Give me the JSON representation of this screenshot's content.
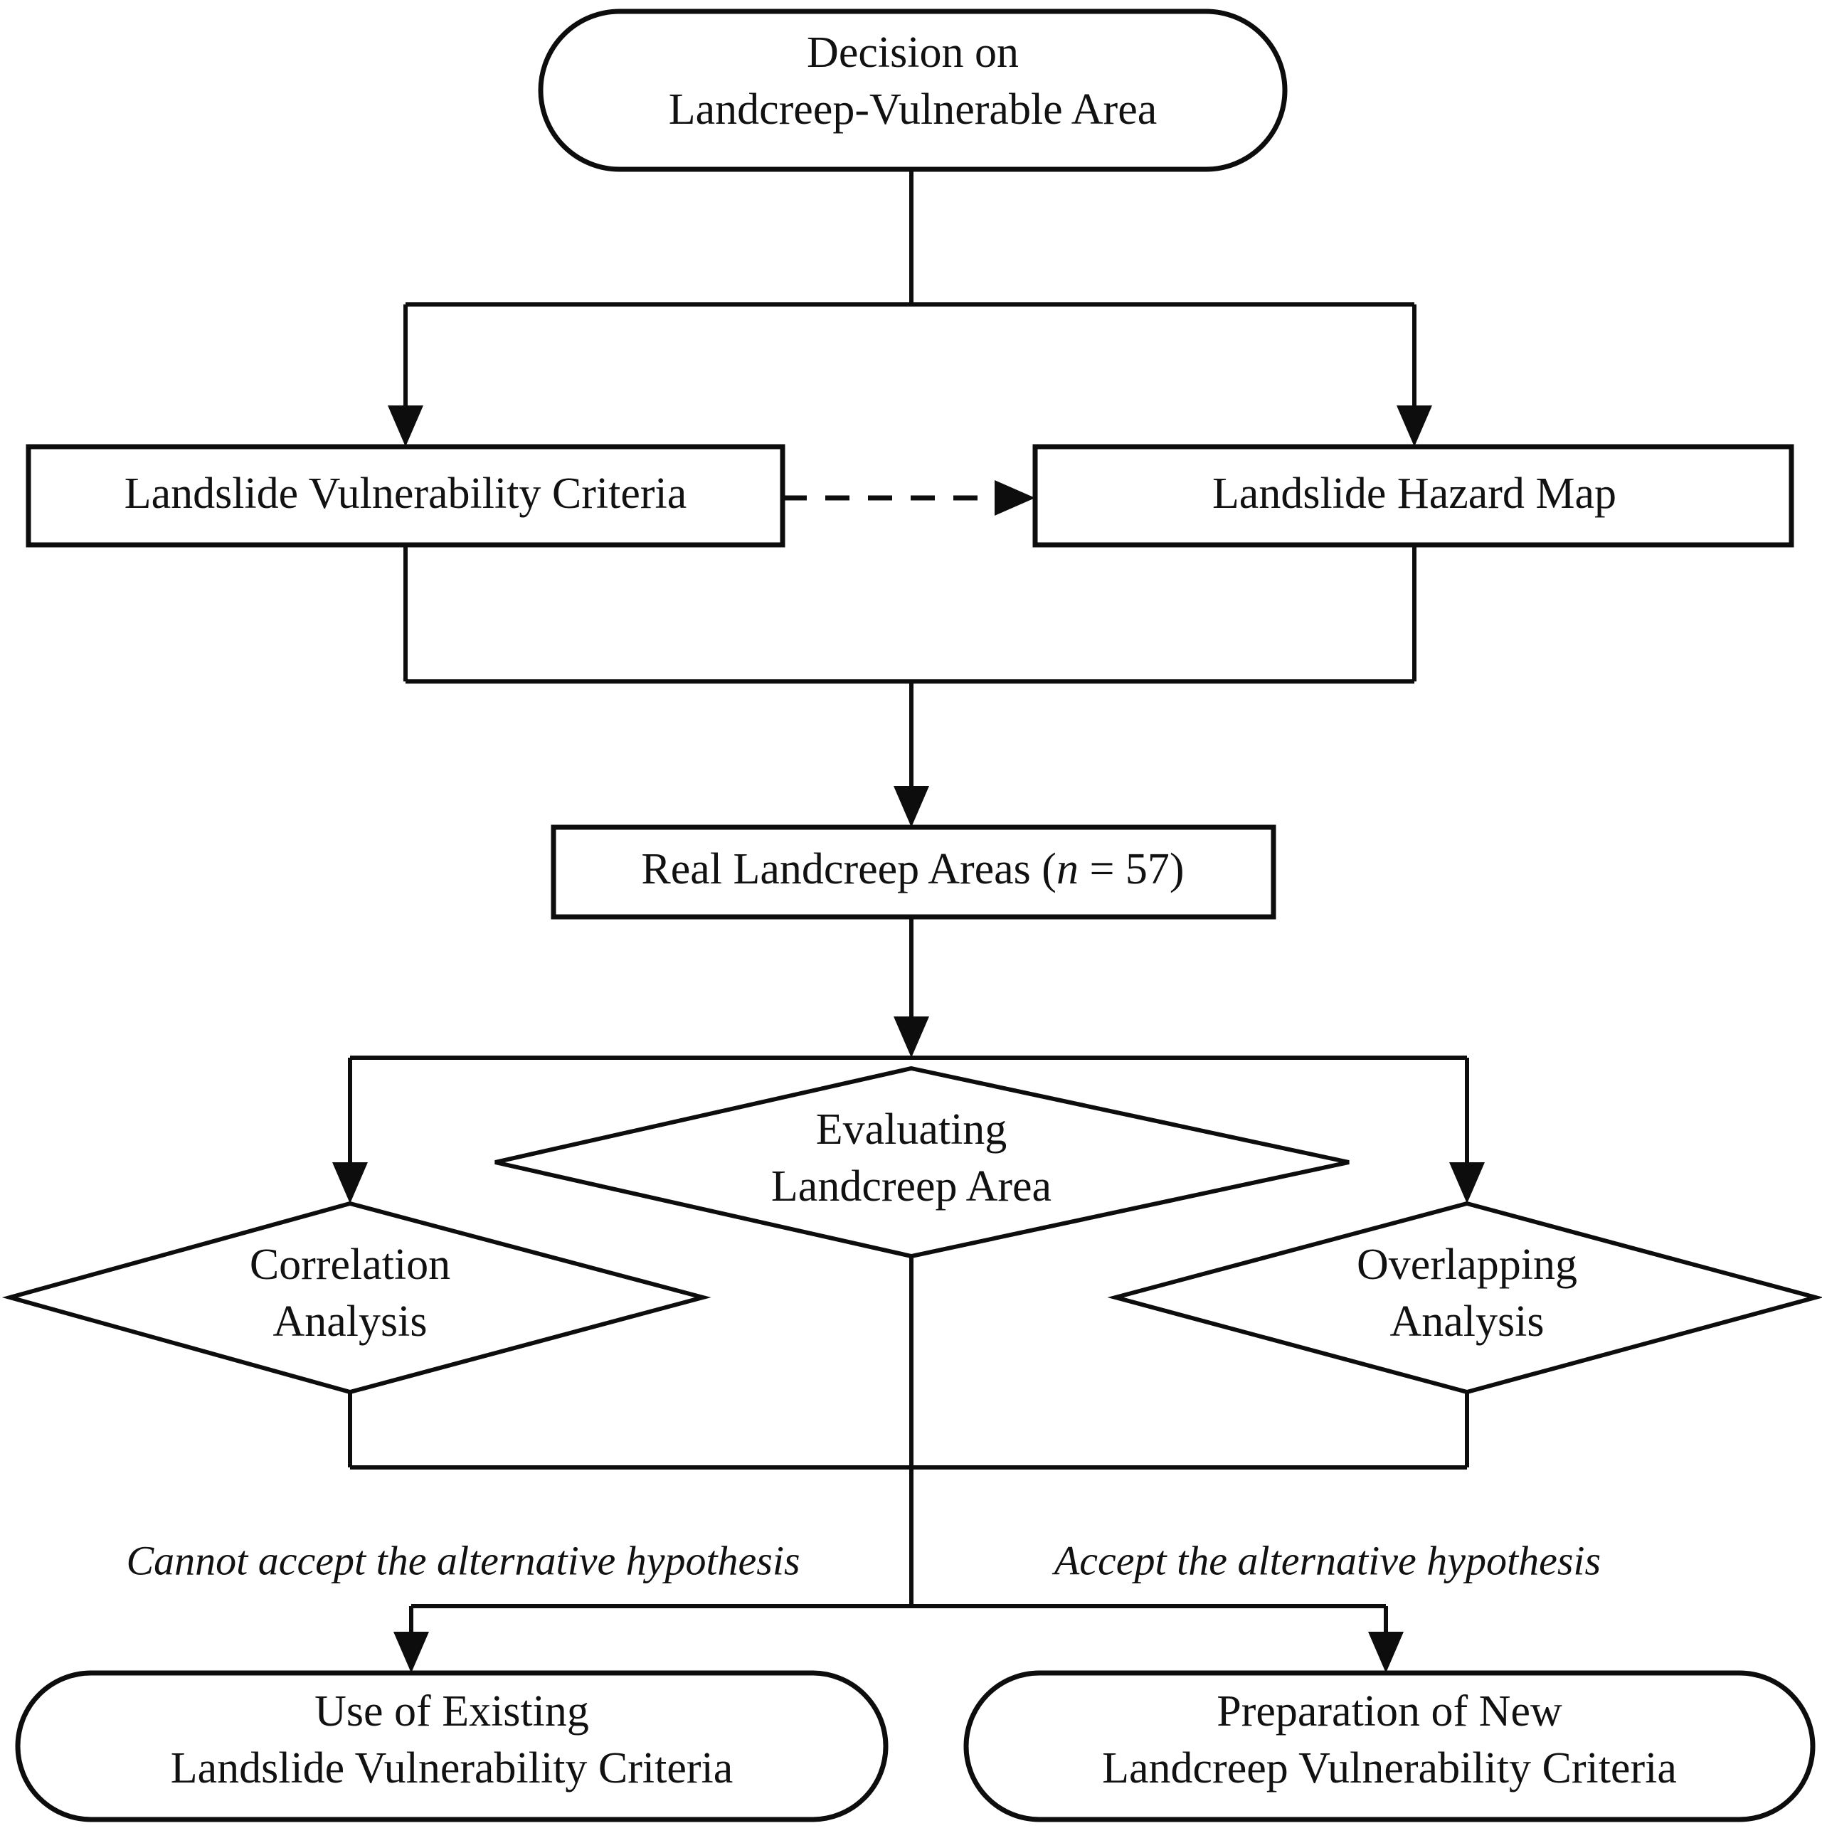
{
  "diagram": {
    "title": "Decision flow for landcreep-vulnerable area evaluation",
    "background_color": "#ffffff",
    "line_color": "#0d0d0d",
    "text_color": "#111111"
  },
  "nodes": {
    "start": {
      "shape": "stadium",
      "line1": "Decision on",
      "line2": "Landcreep-Vulnerable Area"
    },
    "criteria": {
      "shape": "rectangle",
      "label": "Landslide Vulnerability Criteria"
    },
    "hazard_map": {
      "shape": "rectangle",
      "label": "Landslide Hazard Map"
    },
    "real_areas": {
      "shape": "rectangle",
      "label_prefix": "Real Landcreep Areas (",
      "label_var": "n",
      "label_suffix": " = 57)"
    },
    "evaluating": {
      "shape": "diamond",
      "line1": "Evaluating",
      "line2": "Landcreep Area"
    },
    "correlation": {
      "shape": "diamond",
      "line1": "Correlation",
      "line2": "Analysis"
    },
    "overlapping": {
      "shape": "diamond",
      "line1": "Overlapping",
      "line2": "Analysis"
    },
    "use_existing": {
      "shape": "stadium",
      "line1": "Use of Existing",
      "line2": "Landslide Vulnerability Criteria"
    },
    "prepare_new": {
      "shape": "stadium",
      "line1": "Preparation of New",
      "line2": "Landcreep Vulnerability Criteria"
    }
  },
  "edge_labels": {
    "reject": "Cannot accept the alternative hypothesis",
    "accept": "Accept the alternative hypothesis"
  }
}
